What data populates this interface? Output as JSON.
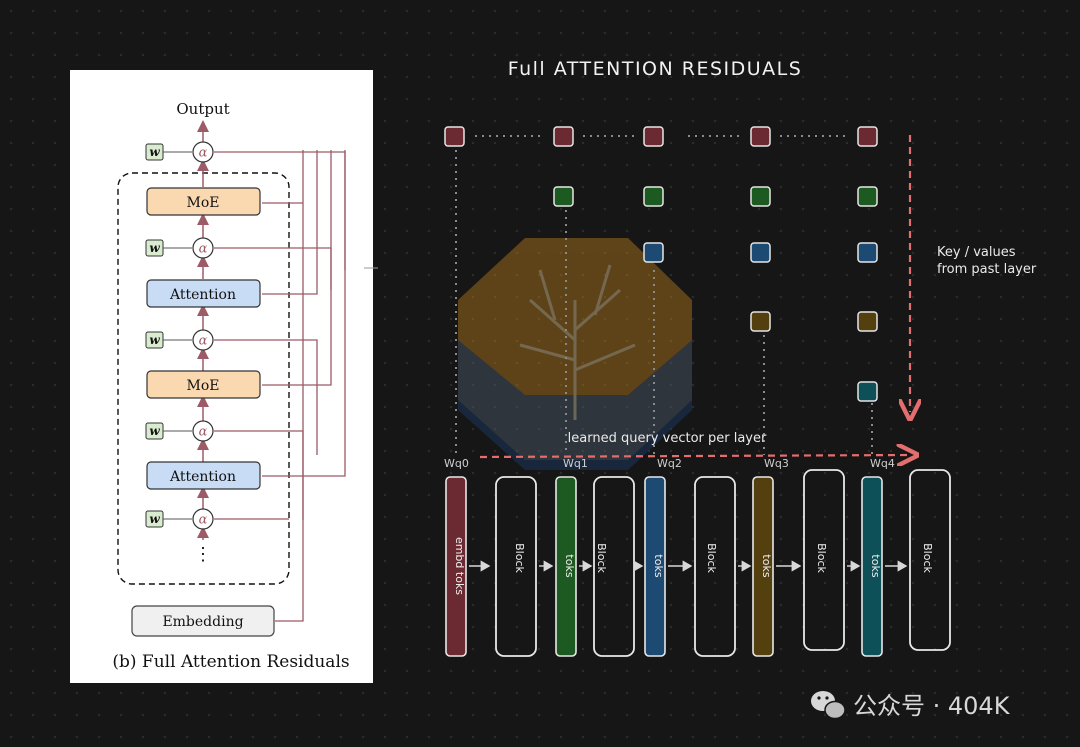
{
  "left_panel": {
    "output_label": "Output",
    "alpha_symbol": "α",
    "w_symbol": "w",
    "blocks": [
      {
        "label": "MoE",
        "color": "#fbd9b0"
      },
      {
        "label": "Attention",
        "color": "#c9dcf5"
      },
      {
        "label": "MoE",
        "color": "#fbd9b0"
      },
      {
        "label": "Attention",
        "color": "#c9dcf5"
      }
    ],
    "ellipsis": "⋮",
    "embedding_label": "Embedding",
    "caption": "(b) Full Attention Residuals",
    "residual_color": "#9c5b66"
  },
  "right_panel": {
    "title": "Full ATTENTION RESIDUALS",
    "kv_annotation_line1": "Key / values",
    "kv_annotation_line2": "from past layer",
    "query_annotation": "learned query vector per layer",
    "query_labels": [
      "Wq0",
      "Wq1",
      "Wq2",
      "Wq3",
      "Wq4"
    ],
    "token_columns": [
      {
        "label": "embd toks",
        "color": "#6b2a31"
      },
      {
        "label": "toks",
        "color": "#1d5a21"
      },
      {
        "label": "toks",
        "color": "#1c4a72"
      },
      {
        "label": "toks",
        "color": "#54400f"
      },
      {
        "label": "toks",
        "color": "#0e5058"
      }
    ],
    "block_label": "Block",
    "square_colors": [
      "#6b2a31",
      "#1d5a21",
      "#1c4a72",
      "#54400f",
      "#0e5058"
    ],
    "arrow_color": "#e46d6d"
  },
  "watermark": {
    "text": "公众号 · 404K"
  }
}
